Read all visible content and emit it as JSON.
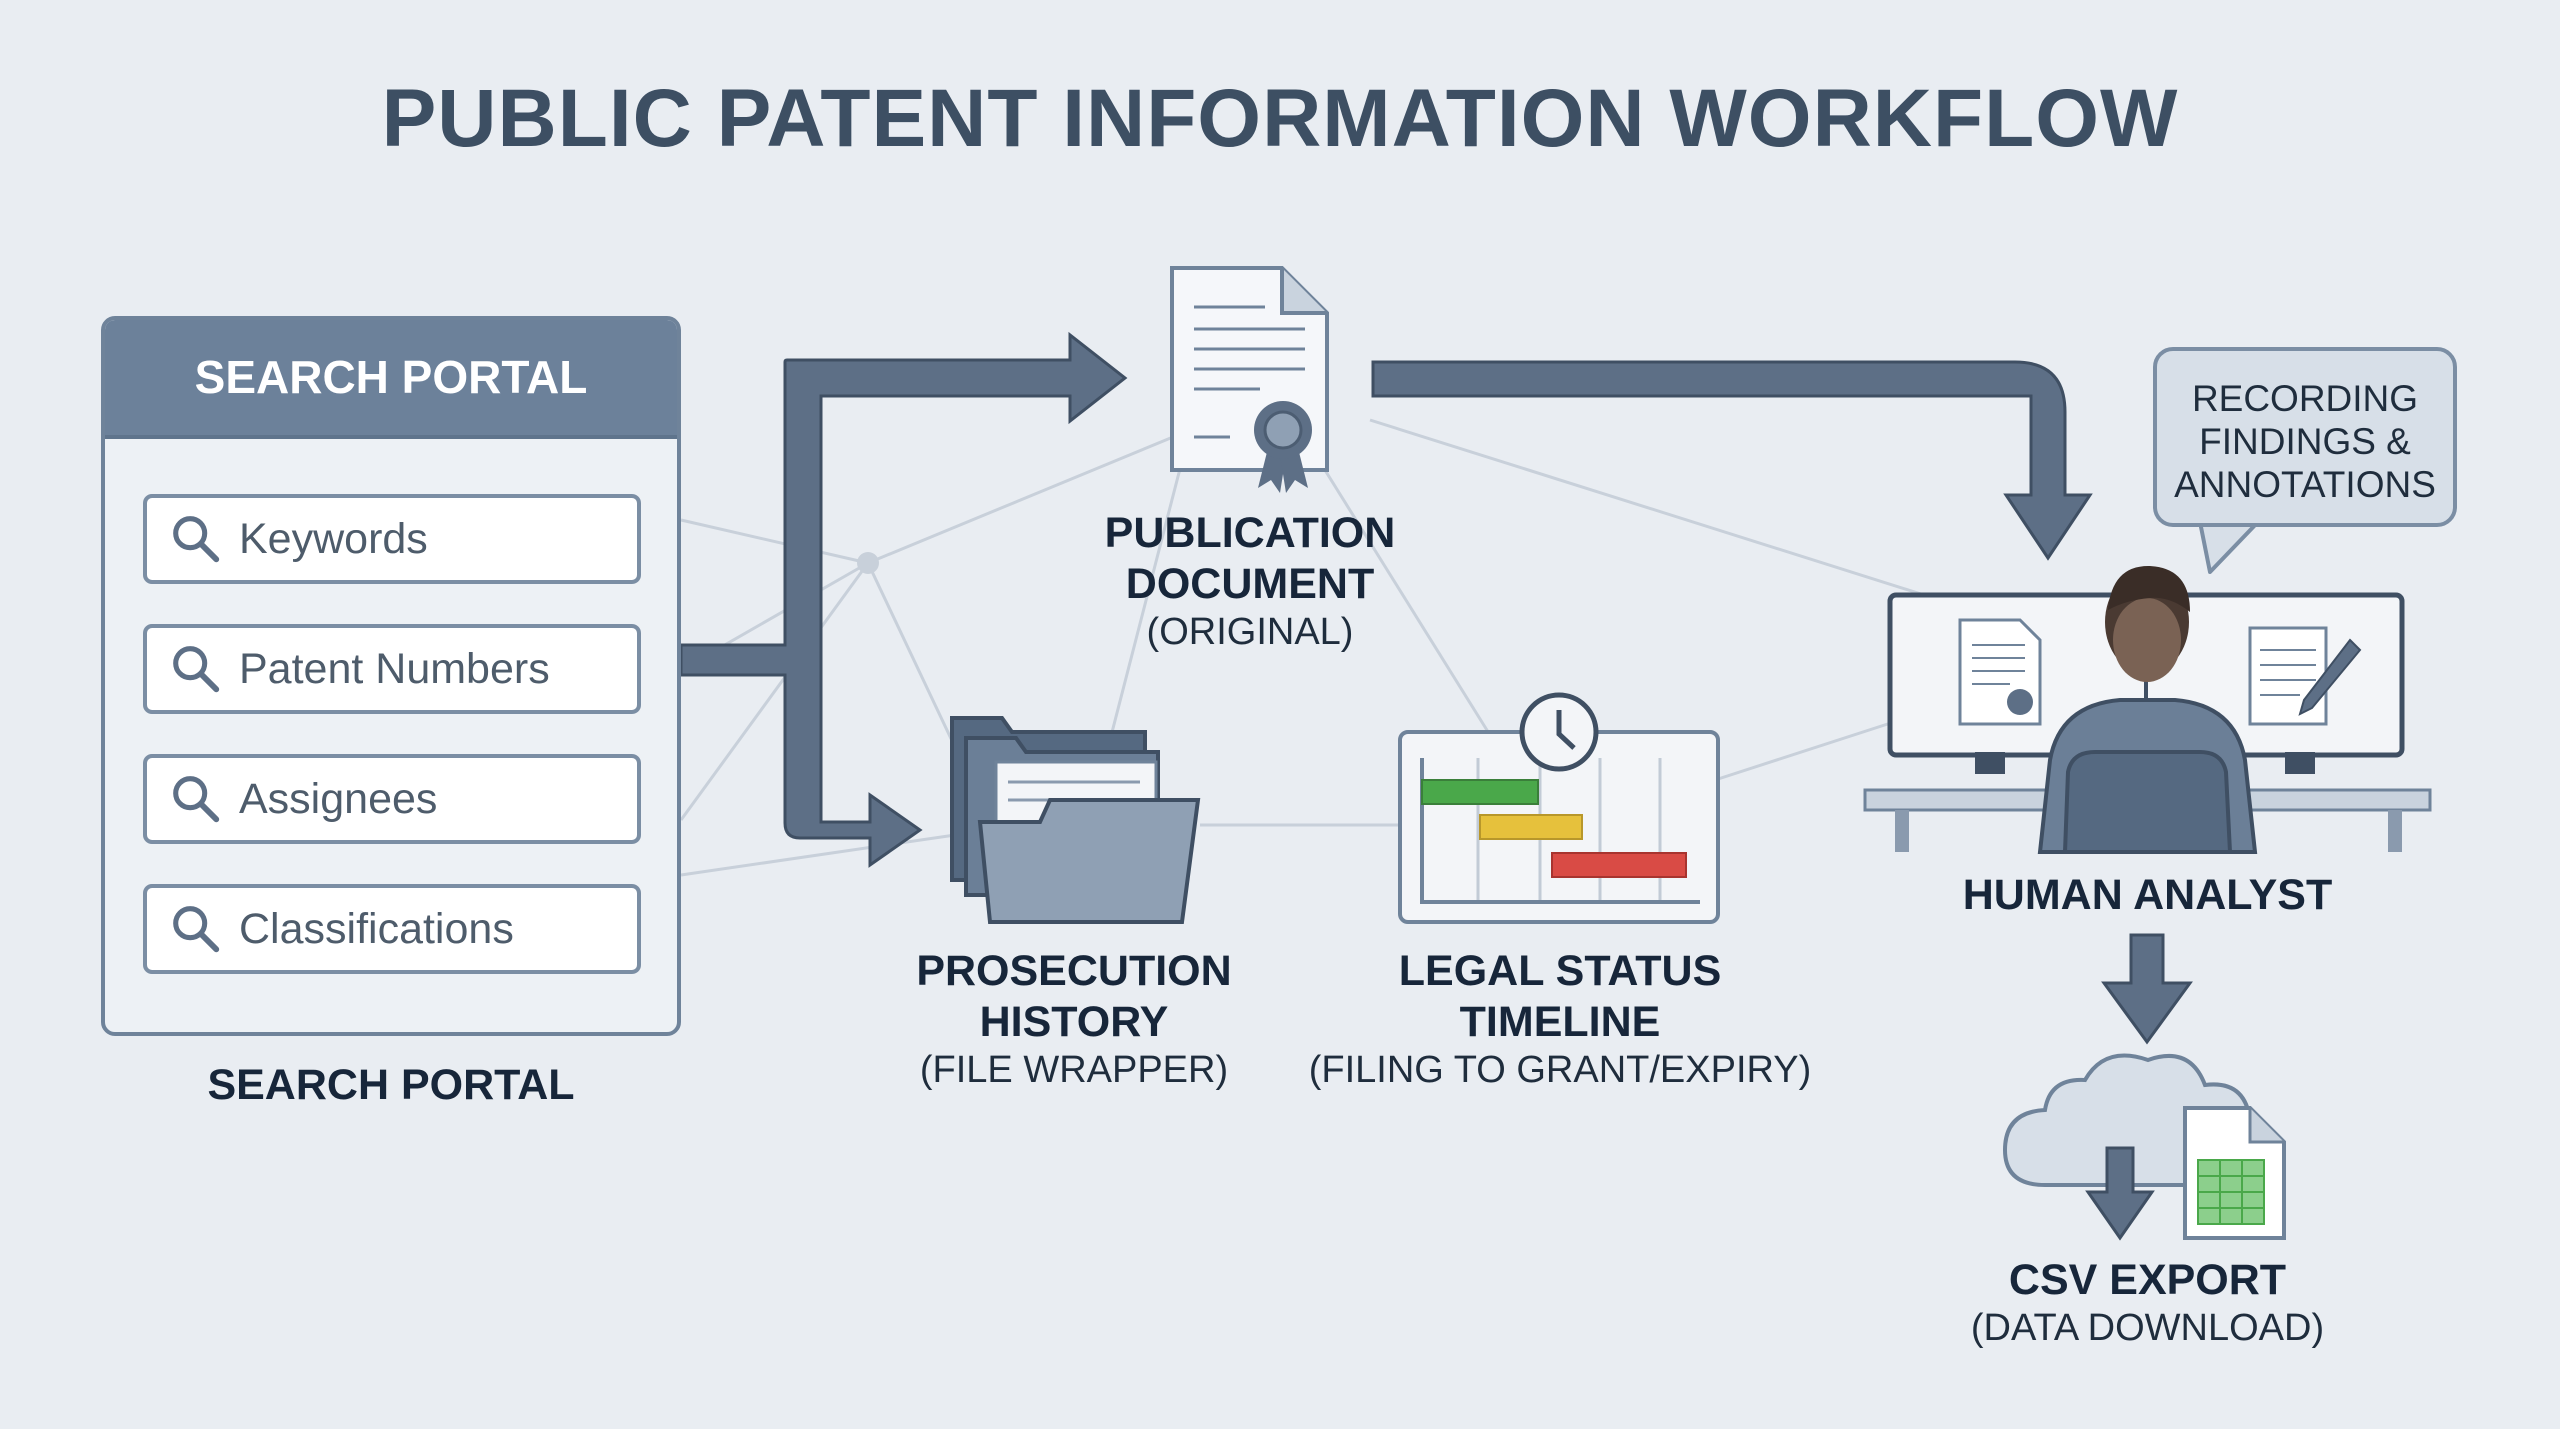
{
  "title": "PUBLIC PATENT INFORMATION WORKFLOW",
  "search_portal": {
    "header": "SEARCH PORTAL",
    "fields": [
      {
        "label": "Keywords",
        "icon": "search-icon"
      },
      {
        "label": "Patent Numbers",
        "icon": "search-icon"
      },
      {
        "label": "Assignees",
        "icon": "search-icon"
      },
      {
        "label": "Classifications",
        "icon": "search-icon"
      }
    ],
    "caption": "SEARCH PORTAL"
  },
  "publication": {
    "line1": "PUBLICATION",
    "line2": "DOCUMENT",
    "sub": "(ORIGINAL)",
    "icon": "certificate-document-icon"
  },
  "prosecution": {
    "line1": "PROSECUTION",
    "line2": "HISTORY",
    "sub": "(FILE WRAPPER)",
    "icon": "folder-stack-icon"
  },
  "legal_status": {
    "line1": "LEGAL STATUS",
    "line2": "TIMELINE",
    "sub": "(FILING TO GRANT/EXPIRY)",
    "icon": "gantt-clock-icon"
  },
  "analyst": {
    "label": "HUMAN ANALYST",
    "bubble": [
      "RECORDING",
      "FINDINGS &",
      "ANNOTATIONS"
    ],
    "icon": "analyst-at-desk-icon"
  },
  "csv_export": {
    "label": "CSV EXPORT",
    "sub": "(DATA DOWNLOAD)",
    "icon": "cloud-download-spreadsheet-icon"
  },
  "colors": {
    "background": "#e9edf2",
    "accent": "#6c819a",
    "arrow": "#5d6f86",
    "gantt_green": "#4aa84a",
    "gantt_yellow": "#e6c13c",
    "gantt_red": "#d94b45"
  }
}
